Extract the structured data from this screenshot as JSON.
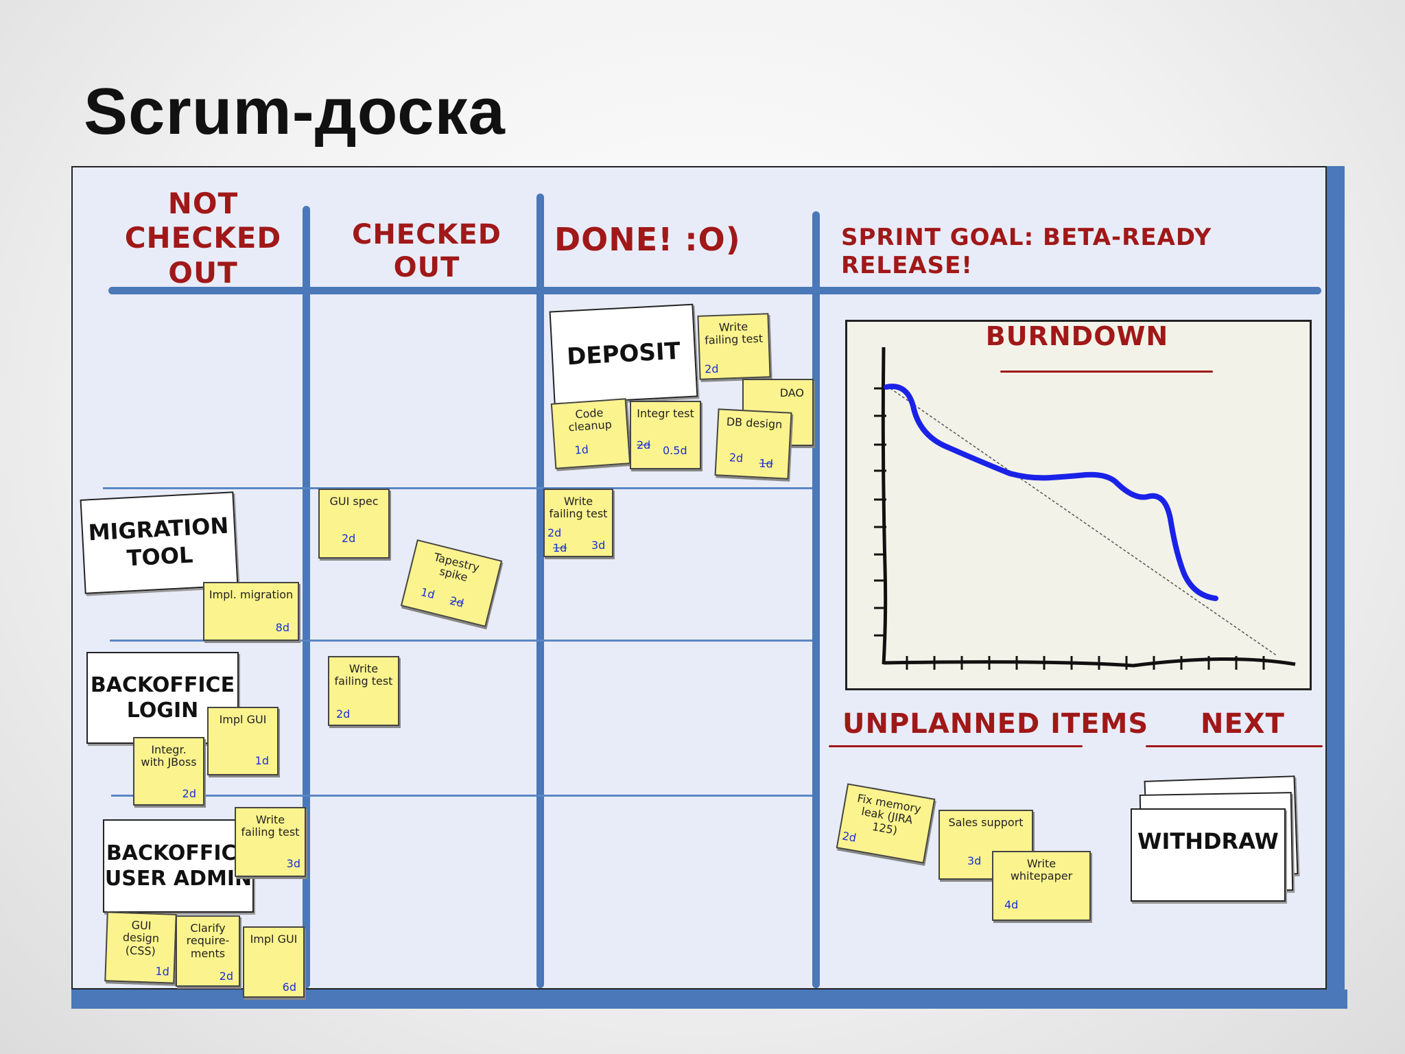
{
  "title": "Scrum-доска",
  "columns": {
    "not_checked_out": "Not checked out",
    "checked_out": "Checked out",
    "done": "Done! :o)",
    "sprint_goal": "Sprint goal: Beta-ready release!"
  },
  "stories": {
    "deposit": "Deposit",
    "migration_tool": "Migration tool",
    "backoffice_login": "Backoffice login",
    "backoffice_user_admin": "Backoffice user admin"
  },
  "tasks": {
    "deposit_write_failing_test": {
      "text": "Write failing test",
      "est": "2d"
    },
    "deposit_dao": {
      "text": "DAO"
    },
    "deposit_code_cleanup": {
      "text": "Code cleanup",
      "est": "1d"
    },
    "deposit_integr_test": {
      "text": "Integr test",
      "est_old": "2d",
      "est": "0.5d"
    },
    "deposit_db_design": {
      "text": "DB design",
      "est": "2d",
      "est_old": "1d"
    },
    "migration_gui_spec": {
      "text": "GUI spec",
      "est": "2d"
    },
    "migration_tapestry_spike": {
      "text": "Tapestry spike",
      "est": "1d",
      "est_old": "2d"
    },
    "migration_write_failing_test": {
      "text": "Write failing test",
      "est_a": "2d",
      "est_old": "1d",
      "est_b": "3d"
    },
    "migration_impl_migration": {
      "text": "Impl. migration",
      "est": "8d"
    },
    "login_write_failing_test": {
      "text": "Write failing test",
      "est": "2d"
    },
    "login_impl_gui": {
      "text": "Impl GUI",
      "est": "1d"
    },
    "login_integr_jboss": {
      "text": "Integr. with JBoss",
      "est": "2d"
    },
    "admin_write_failing_test": {
      "text": "Write failing test",
      "est": "3d"
    },
    "admin_gui_design": {
      "text": "GUI design (CSS)",
      "est": "1d"
    },
    "admin_clarify_requirements": {
      "text": "Clarify require-ments",
      "est": "2d"
    },
    "admin_impl_gui": {
      "text": "Impl GUI",
      "est": "6d"
    }
  },
  "burndown": {
    "title": "Burndown",
    "line_color": "#1a22e8"
  },
  "unplanned": {
    "title": "Unplanned items",
    "fix_memory_leak": {
      "text": "Fix memory leak (JIRA 125)",
      "est": "2d"
    },
    "sales_support": {
      "text": "Sales support",
      "est": "3d"
    },
    "write_whitepaper": {
      "text": "Write whitepaper",
      "est": "4d"
    }
  },
  "next": {
    "title": "Next",
    "withdraw": "Withdraw"
  },
  "colors": {
    "board_line": "#4a78b8",
    "header_red": "#a01818",
    "sticky": "#fbf38e",
    "estimate_blue": "#1a2fd6"
  }
}
